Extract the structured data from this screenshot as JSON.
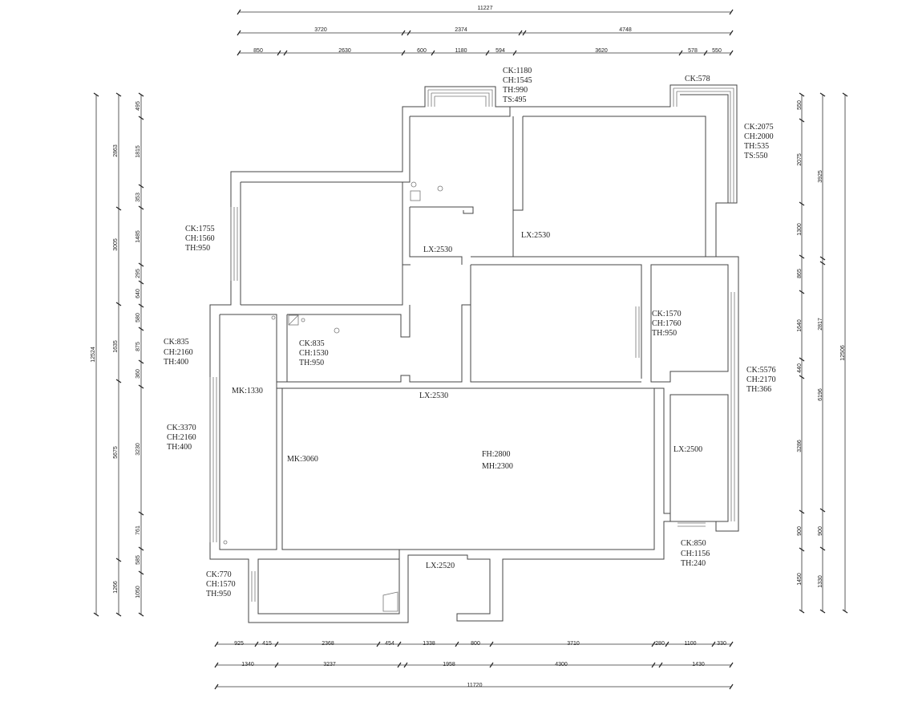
{
  "dimensions": {
    "top": {
      "overall": "11227",
      "row2": [
        "3720",
        "2374",
        "4748"
      ],
      "row3": [
        "850",
        "2630",
        "600",
        "1180",
        "594",
        "3620",
        "578",
        "550"
      ]
    },
    "bottom": {
      "row1": [
        "925",
        "415",
        "2368",
        "454",
        "1338",
        "800",
        "3710",
        "280",
        "1100",
        "330"
      ],
      "row2": [
        "1340",
        "3237",
        "1958",
        "4300",
        "1430"
      ],
      "overall": "11720"
    },
    "left": {
      "overall": "12524",
      "mid": [
        "2863",
        "3005",
        "1635",
        "5675",
        "1266"
      ],
      "inner": [
        "495",
        "1815",
        "353",
        "1485",
        "295",
        "640",
        "580",
        "875",
        "360",
        "3230",
        "761",
        "585",
        "1050"
      ]
    },
    "right": {
      "inner": [
        "550",
        "2075",
        "1300",
        "865",
        "1640",
        "440",
        "3286",
        "900",
        "1450"
      ],
      "mid": [
        "3925",
        "2817",
        "6196",
        "900",
        "1330"
      ],
      "overall": "12506"
    }
  },
  "labels": {
    "top_window": [
      "CK:1180",
      "CH:1545",
      "TH:990",
      "TS:495"
    ],
    "top_right_window": "CK:578",
    "right_window_upper": [
      "CK:2075",
      "CH:2000",
      "TH:535",
      "TS:550"
    ],
    "left_bedroom_window": [
      "CK:1755",
      "CH:1560",
      "TH:950"
    ],
    "lx_bath": "LX:2530",
    "lx_kitchen": "LX:2530",
    "left_small_window": [
      "CK:835",
      "CH:2160",
      "TH:400"
    ],
    "small_bath_window": [
      "CK:835",
      "CH:1530",
      "TH:950"
    ],
    "right_room_window": [
      "CK:1570",
      "CH:1760",
      "TH:950"
    ],
    "right_long_window": [
      "CK:5576",
      "CH:2170",
      "TH:366"
    ],
    "mk_1330": "MK:1330",
    "lx_living": "LX:2530",
    "left_long_window": [
      "CK:3370",
      "CH:2160",
      "TH:400"
    ],
    "mk_3060": "MK:3060",
    "fh_mh": [
      "FH:2800",
      "MH:2300"
    ],
    "lx_2500": "LX:2500",
    "bottom_right_window": [
      "CK:850",
      "CH:1156",
      "TH:240"
    ],
    "bottom_left_window": [
      "CK:770",
      "CH:1570",
      "TH:950"
    ],
    "lx_2520": "LX:2520"
  }
}
